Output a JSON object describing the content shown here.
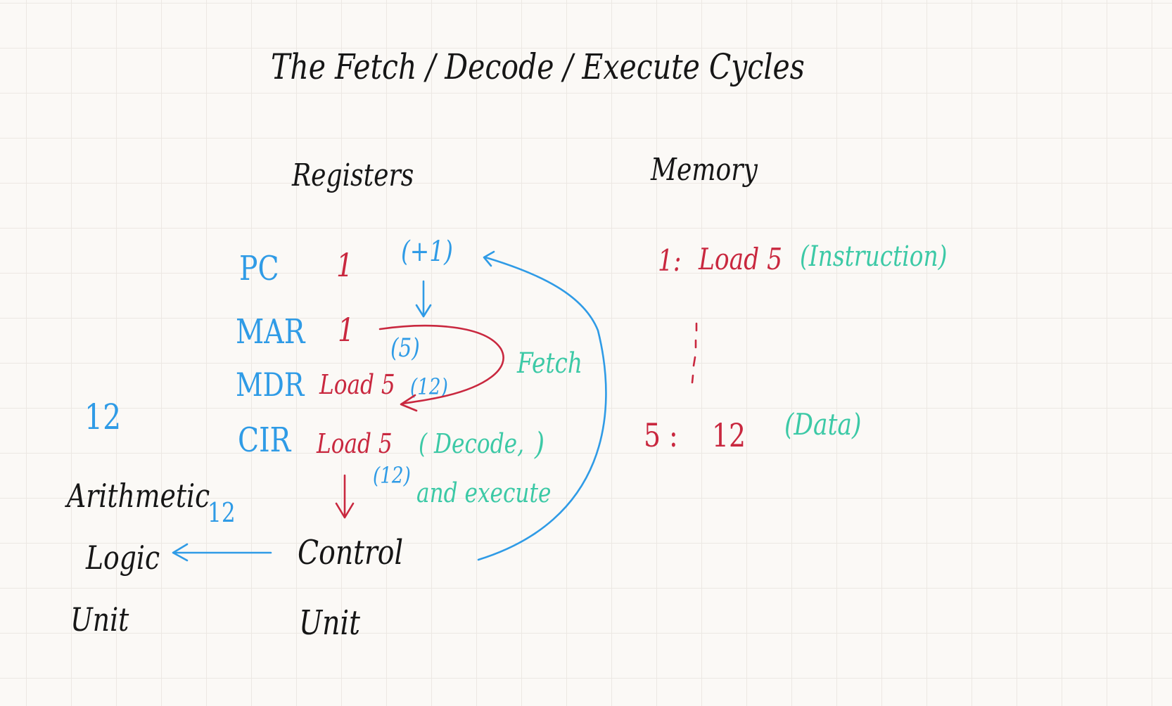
{
  "title": "The Fetch / Decode / Execute Cycles",
  "registers": {
    "heading": "Registers",
    "rows": [
      {
        "name": "PC",
        "value": "1"
      },
      {
        "name": "MAR",
        "value": "1"
      },
      {
        "name": "MDR",
        "value": "Load 5"
      },
      {
        "name": "CIR",
        "value": "Load 5"
      }
    ]
  },
  "annotations": {
    "increment": "(+1)",
    "mar_address": "(5)",
    "mdr_data": "(12)",
    "fetch": "Fetch",
    "decode": "( Decode,",
    "decode_close": ")",
    "cir_data": "(12)",
    "and_execute": "and execute",
    "alu_value": "12",
    "alu_arrow_value": "12"
  },
  "memory": {
    "heading": "Memory",
    "entries": [
      {
        "address": "1:",
        "content": "Load 5",
        "note": "(Instruction)"
      },
      {
        "address": "5 :",
        "content": "12",
        "note": "(Data)"
      }
    ]
  },
  "units": {
    "control": [
      "Control",
      "Unit"
    ],
    "alu": [
      "Arithmetic",
      "Logic",
      "Unit"
    ]
  },
  "colors": {
    "ink": "#161616",
    "blue": "#2f9be6",
    "red": "#c9283f",
    "teal": "#3cc9a6",
    "paper": "#fbf9f6",
    "grid": "#ece8e3"
  }
}
